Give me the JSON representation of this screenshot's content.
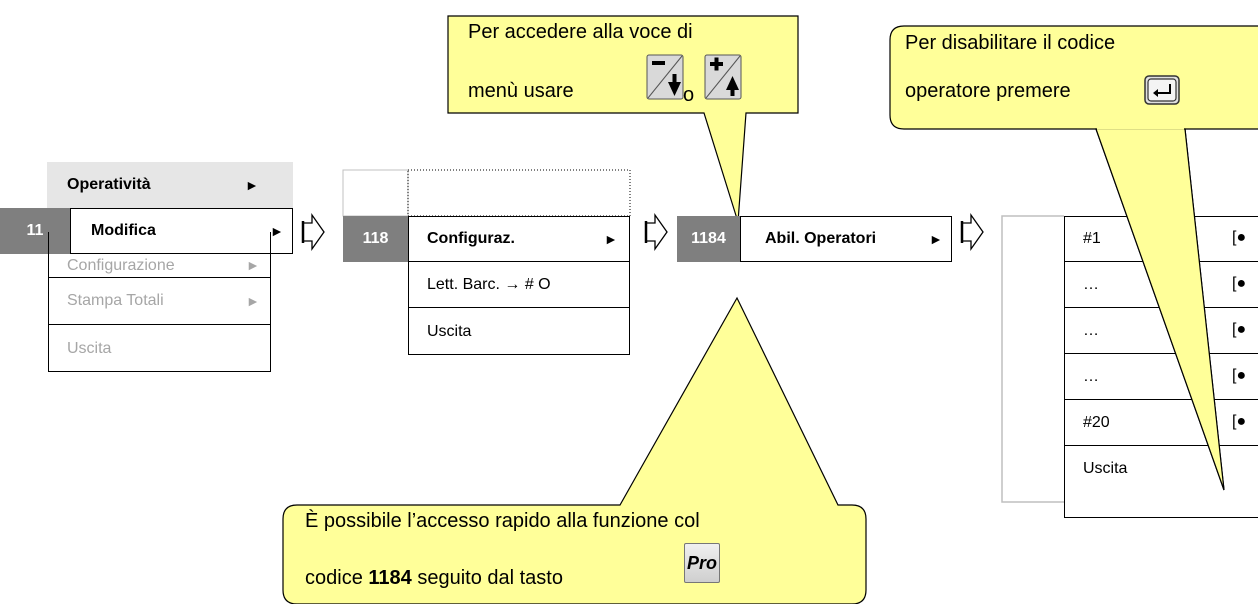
{
  "menu1": {
    "header": "Operatività",
    "code": "11",
    "selected": "Modifica",
    "items": [
      "Configurazione",
      "Stampa Totali",
      "Uscita"
    ],
    "arrow": "►"
  },
  "menu2": {
    "code": "118",
    "selected": "Configuraz.",
    "items": [
      "Lett. Barc. → # O",
      "Uscita"
    ],
    "arrow": "►"
  },
  "menu3": {
    "code": "1184",
    "selected": "Abil. Operatori",
    "arrow": "►"
  },
  "menu4": {
    "rows": [
      {
        "label": "#1",
        "value": "[●"
      },
      {
        "label": "…",
        "value": "[●"
      },
      {
        "label": "…",
        "value": "[●"
      },
      {
        "label": "…",
        "value": "[●"
      },
      {
        "label": "#20",
        "value": "[●"
      }
    ],
    "exit": "Uscita"
  },
  "callout_top": {
    "line1": "Per accedere alla voce di",
    "line2a": "menù usare",
    "line2b": "o"
  },
  "callout_right": {
    "line1": "Per disabilitare il codice",
    "line2": "operatore premere"
  },
  "callout_bottom": {
    "line1": "È possibile l’accesso rapido alla funzione col",
    "line2a": "codice",
    "line2b": "1184",
    "line2c": "seguito dal tasto",
    "key": "Pro"
  },
  "icons": [
    "flow-arrow-icon",
    "minus-down-key-icon",
    "plus-up-key-icon",
    "enter-key-icon",
    "pro-key-icon"
  ],
  "colors": {
    "callout_fill": "#ffff99",
    "code_fill": "#7f7f7f",
    "header_fill": "#e6e6e6"
  }
}
